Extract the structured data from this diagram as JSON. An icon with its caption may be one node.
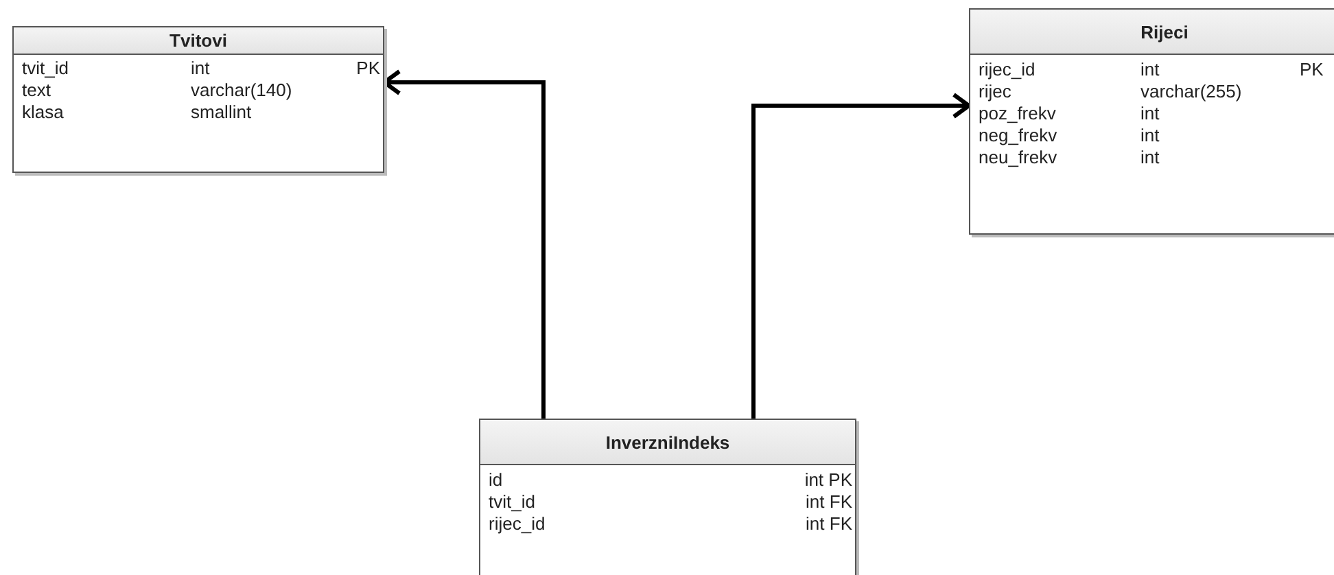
{
  "diagram": {
    "nodes": [
      {
        "text": [
          "Tvitovi",
          "tvit_id",
          "int",
          "PK",
          "text",
          "varchar(140)",
          "klasa",
          "smallint"
        ]
      },
      {
        "text": [
          "Rijeci",
          "rijec_id",
          "int",
          "PK",
          "rijec",
          "varchar(255)",
          "poz_frekv",
          "int",
          "neg_frekv",
          "int",
          "neu_frekv",
          "int"
        ]
      },
      {
        "text": [
          "InverzniIndeks",
          "id",
          "int PK",
          "tvit_id",
          "int FK",
          "rijec_id",
          "int FK"
        ]
      }
    ],
    "edges": [
      {
        "from": 2,
        "to": 0,
        "arrow": "to"
      },
      {
        "from": 2,
        "to": 1,
        "arrow": "to"
      }
    ]
  }
}
